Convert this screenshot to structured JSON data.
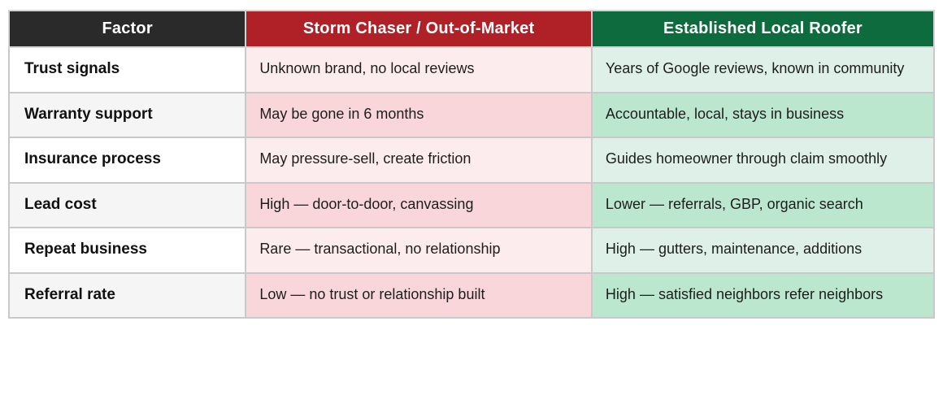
{
  "table": {
    "columns": [
      {
        "label": "Factor"
      },
      {
        "label": "Storm Chaser / Out-of-Market"
      },
      {
        "label": "Established Local Roofer"
      }
    ],
    "rows": [
      {
        "factor": "Trust signals",
        "storm": "Unknown brand, no local reviews",
        "local": "Years of Google reviews, known in community"
      },
      {
        "factor": "Warranty support",
        "storm": "May be gone in 6 months",
        "local": "Accountable, local, stays in business"
      },
      {
        "factor": "Insurance process",
        "storm": "May pressure-sell, create friction",
        "local": "Guides homeowner through claim smoothly"
      },
      {
        "factor": "Lead cost",
        "storm": "High — door-to-door, canvassing",
        "local": "Lower — referrals, GBP, organic search"
      },
      {
        "factor": "Repeat business",
        "storm": "Rare — transactional, no relationship",
        "local": "High — gutters, maintenance, additions"
      },
      {
        "factor": "Referral rate",
        "storm": "Low — no trust or relationship built",
        "local": "High — satisfied neighbors refer neighbors"
      }
    ],
    "colors": {
      "factor_header_bg": "#2a2a2a",
      "storm_header_bg": "#b02127",
      "local_header_bg": "#0e6b3d",
      "storm_cell_light": "#fdecee",
      "storm_cell_dark": "#f8d6da",
      "local_cell_light": "#def0e7",
      "local_cell_dark": "#bbe7cf",
      "factor_cell_light": "#ffffff",
      "factor_cell_dark": "#f5f5f5",
      "header_text": "#ffffff",
      "body_text": "#1d1d1d",
      "border": "#c9c9c9"
    }
  }
}
